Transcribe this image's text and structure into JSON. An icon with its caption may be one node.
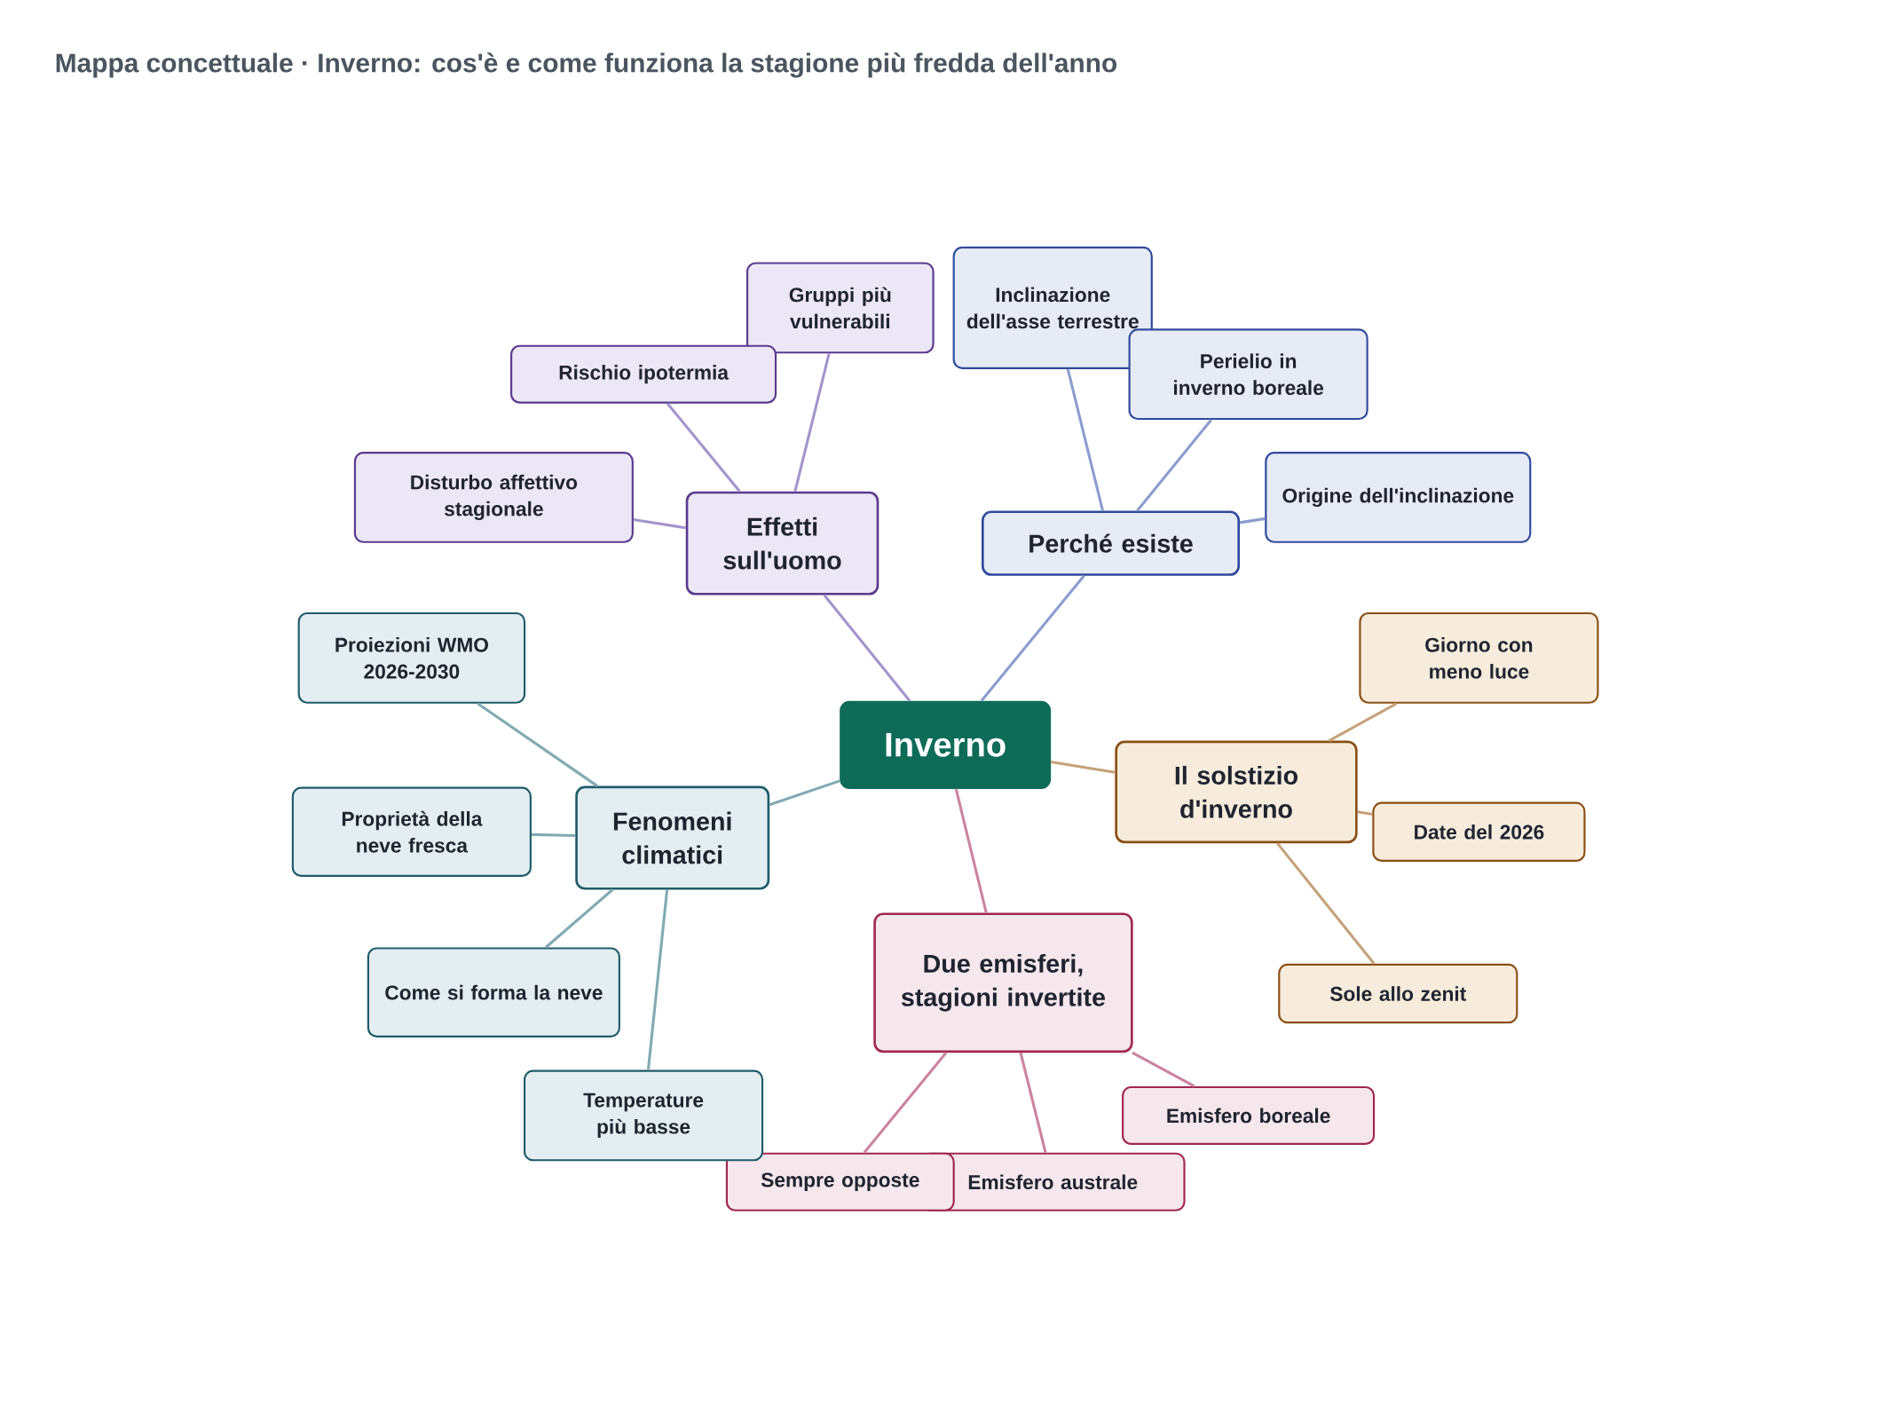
{
  "diagram": {
    "title": "Mappa concettuale · Inverno: cos'è e come funziona la stagione più fredda dell'anno",
    "nodes": [
      {
        "text": [
          "Inverno"
        ]
      },
      {
        "text": [
          "Effetti sull'uomo"
        ]
      },
      {
        "text": [
          "Gruppi più vulnerabili"
        ]
      },
      {
        "text": [
          "Rischio ipotermia"
        ]
      },
      {
        "text": [
          "Disturbo affettivo stagionale"
        ]
      },
      {
        "text": [
          "Perché esiste"
        ]
      },
      {
        "text": [
          "Inclinazione dell'asse terrestre"
        ]
      },
      {
        "text": [
          "Perielio in inverno boreale"
        ]
      },
      {
        "text": [
          "Origine dell'inclinazione"
        ]
      },
      {
        "text": [
          "Il solstizio d'inverno"
        ]
      },
      {
        "text": [
          "Giorno con meno luce"
        ]
      },
      {
        "text": [
          "Date del 2026"
        ]
      },
      {
        "text": [
          "Sole allo zenit"
        ]
      },
      {
        "text": [
          "Due emisferi, stagioni invertite"
        ]
      },
      {
        "text": [
          "Emisfero boreale"
        ]
      },
      {
        "text": [
          "Emisfero australe"
        ]
      },
      {
        "text": [
          "Sempre opposte"
        ]
      },
      {
        "text": [
          "Fenomeni climatici"
        ]
      },
      {
        "text": [
          "Proiezioni WMO 2026-2030"
        ]
      },
      {
        "text": [
          "Proprietà della neve fresca"
        ]
      },
      {
        "text": [
          "Come si forma la neve"
        ]
      },
      {
        "text": [
          "Temperature più basse"
        ]
      }
    ],
    "edges": [
      {
        "from": 0,
        "to": 1,
        "arrow": "none",
        "color": "#a594cc"
      },
      {
        "from": 1,
        "to": 2,
        "arrow": "none",
        "color": "#a594cc"
      },
      {
        "from": 1,
        "to": 3,
        "arrow": "none",
        "color": "#a594cc"
      },
      {
        "from": 1,
        "to": 4,
        "arrow": "none",
        "color": "#a594cc"
      },
      {
        "from": 0,
        "to": 5,
        "arrow": "none",
        "color": "#8c9dcf"
      },
      {
        "from": 5,
        "to": 6,
        "arrow": "none",
        "color": "#8c9dcf"
      },
      {
        "from": 5,
        "to": 7,
        "arrow": "none",
        "color": "#8c9dcf"
      },
      {
        "from": 5,
        "to": 8,
        "arrow": "none",
        "color": "#8c9dcf"
      },
      {
        "from": 0,
        "to": 9,
        "arrow": "none",
        "color": "#c6a17a"
      },
      {
        "from": 9,
        "to": 10,
        "arrow": "none",
        "color": "#c6a17a"
      },
      {
        "from": 9,
        "to": 11,
        "arrow": "none",
        "color": "#c6a17a"
      },
      {
        "from": 9,
        "to": 12,
        "arrow": "none",
        "color": "#c6a17a"
      },
      {
        "from": 0,
        "to": 13,
        "arrow": "none",
        "color": "#cc84a0"
      },
      {
        "from": 13,
        "to": 14,
        "arrow": "none",
        "color": "#cc84a0"
      },
      {
        "from": 13,
        "to": 15,
        "arrow": "none",
        "color": "#cc84a0"
      },
      {
        "from": 13,
        "to": 16,
        "arrow": "none",
        "color": "#cc84a0"
      },
      {
        "from": 0,
        "to": 17,
        "arrow": "none",
        "color": "#82aab3"
      },
      {
        "from": 17,
        "to": 18,
        "arrow": "none",
        "color": "#82aab3"
      },
      {
        "from": 17,
        "to": 19,
        "arrow": "none",
        "color": "#82aab3"
      },
      {
        "from": 17,
        "to": 20,
        "arrow": "none",
        "color": "#82aab3"
      },
      {
        "from": 17,
        "to": 21,
        "arrow": "none",
        "color": "#82aab3"
      }
    ]
  }
}
